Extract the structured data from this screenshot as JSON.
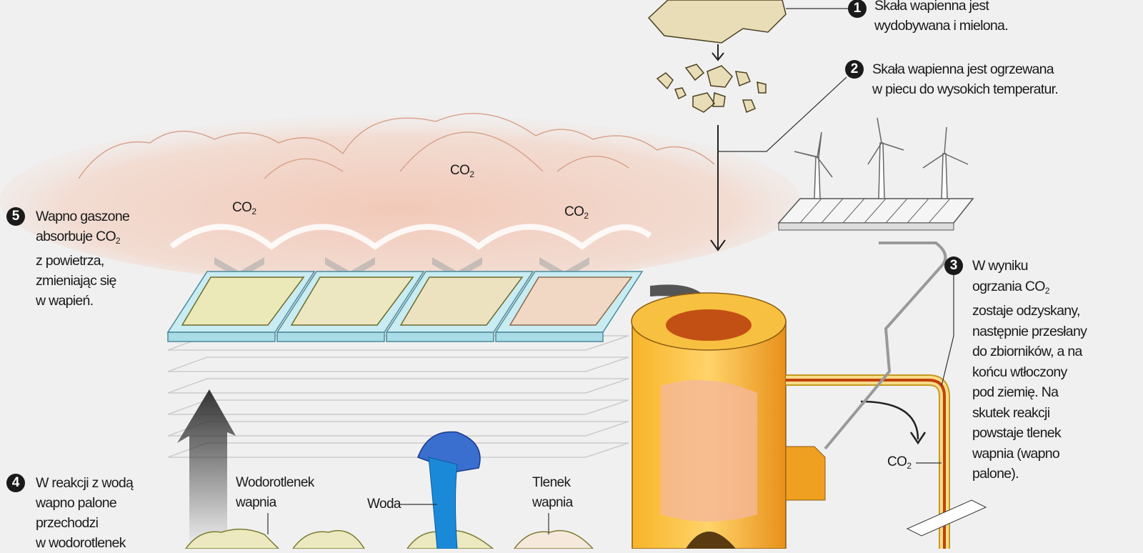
{
  "steps": [
    {
      "number": "1",
      "lines": [
        "Skała wapienna jest",
        "wydobywana i mielona."
      ]
    },
    {
      "number": "2",
      "lines": [
        "Skała wapienna jest ogrzewana",
        "w piecu do wysokich temperatur."
      ]
    },
    {
      "number": "3",
      "lines": [
        "W wyniku",
        "ogrzania CO",
        "zostaje odzyskany,",
        "następnie przesłany",
        "do zbiorników, a na",
        "końcu wtłoczony",
        "pod ziemię. Na",
        "skutek reakcji",
        "powstaje tlenek",
        "wapnia (wapno",
        "palone)."
      ]
    },
    {
      "number": "4",
      "lines": [
        "W reakcji z wodą",
        "wapno palone",
        "przechodzi",
        "w wodorotlenek"
      ]
    },
    {
      "number": "5",
      "lines": [
        "Wapno gaszone",
        "absorbuje CO",
        "z powietrza,",
        "zmieniając się",
        "w wapień."
      ]
    }
  ],
  "subscript": "2",
  "labels": {
    "co2": "CO",
    "hydroxide": [
      "Wodorotlenek",
      "wapnia"
    ],
    "water": "Woda",
    "oxide": [
      "Tlenek",
      "wapnia"
    ]
  },
  "colors": {
    "background": "#f0f0f0",
    "cloud": "#e8b8a4",
    "kiln": "#f0a020",
    "water": "#1a8ad8",
    "rock": "#e9ddb8"
  }
}
